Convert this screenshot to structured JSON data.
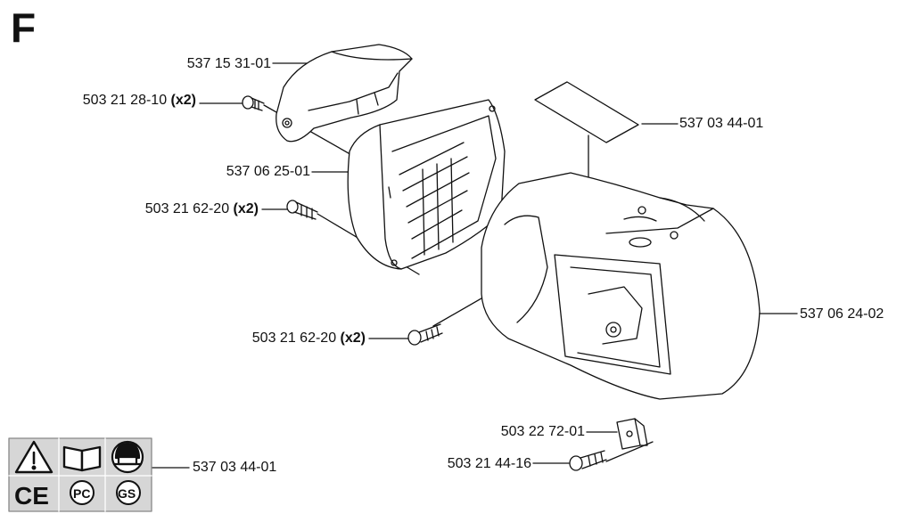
{
  "section_letter": "F",
  "parts": [
    {
      "id": "top-cover",
      "number": "537 15 31-01",
      "qty": ""
    },
    {
      "id": "screw-top",
      "number": "503 21 28-10",
      "qty": "(x2)"
    },
    {
      "id": "cylinder-cover",
      "number": "537 06 25-01",
      "qty": ""
    },
    {
      "id": "screw-middle",
      "number": "503 21 62-20",
      "qty": "(x2)"
    },
    {
      "id": "decal",
      "number": "537 03 44-01",
      "qty": ""
    },
    {
      "id": "fan-housing",
      "number": "537 06 24-02",
      "qty": ""
    },
    {
      "id": "screw-lower",
      "number": "503 21 62-20",
      "qty": "(x2)"
    },
    {
      "id": "nut-clip",
      "number": "503 22 72-01",
      "qty": ""
    },
    {
      "id": "screw-bottom",
      "number": "503 21 44-16",
      "qty": ""
    },
    {
      "id": "symbol-plate",
      "number": "537 03 44-01",
      "qty": ""
    }
  ],
  "symbol_plate": {
    "marks": [
      "warning-triangle-icon",
      "manual-book-icon",
      "helmet-icon",
      "ce-mark-icon",
      "pc-mark-icon",
      "gost-mark-icon"
    ]
  }
}
